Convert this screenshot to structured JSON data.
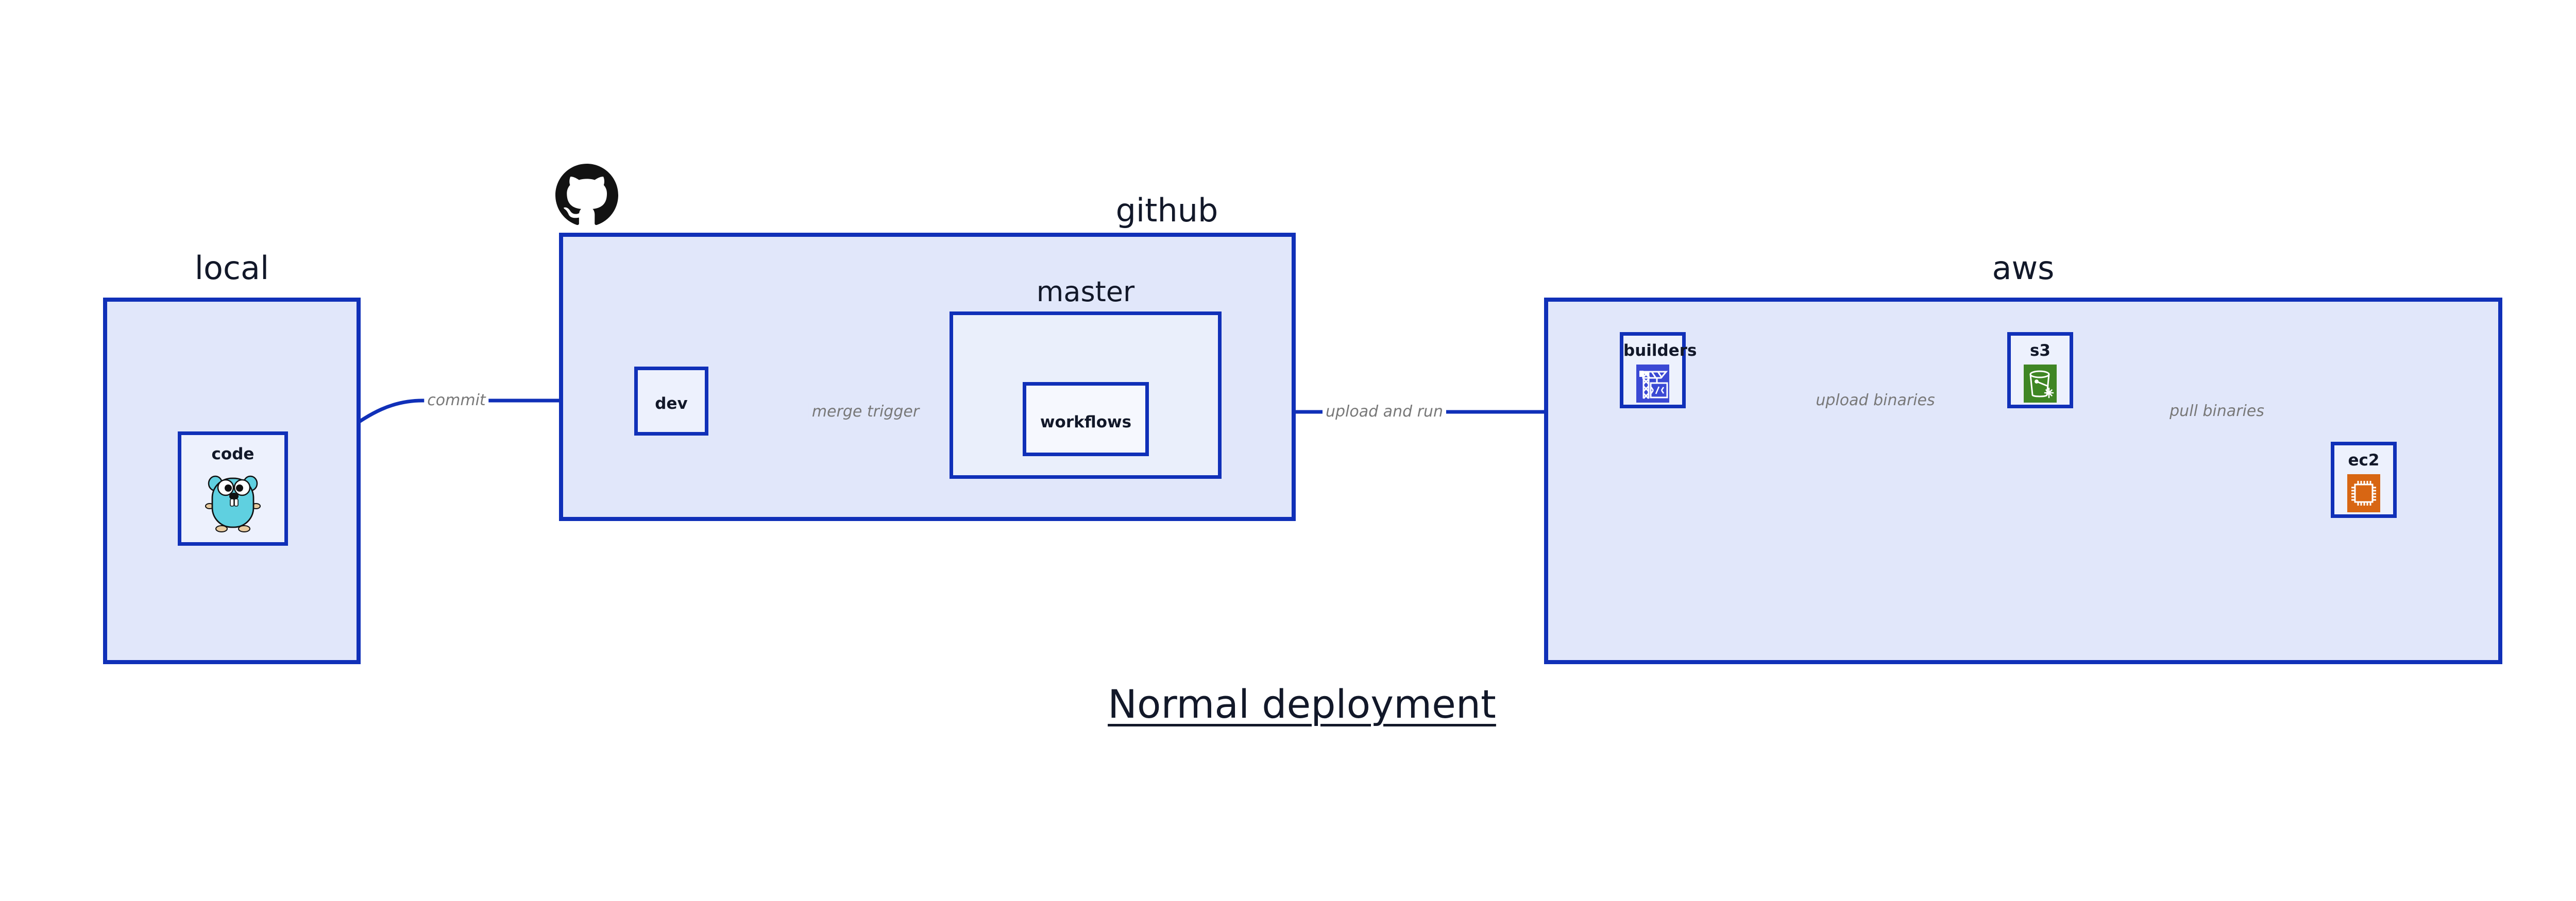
{
  "diagram": {
    "title": "Normal deployment",
    "accent_border": "#1030b8",
    "group_fill": "#e1e7fa",
    "node_fill": "#edf1fd",
    "label_color": "#787878"
  },
  "groups": [
    {
      "id": "local",
      "label": "local"
    },
    {
      "id": "github",
      "label": "github"
    },
    {
      "id": "master",
      "label": "master"
    },
    {
      "id": "aws",
      "label": "aws"
    }
  ],
  "nodes": [
    {
      "id": "code",
      "label": "code",
      "icon": "go-gopher-icon"
    },
    {
      "id": "dev",
      "label": "dev",
      "icon": null
    },
    {
      "id": "workflows",
      "label": "workflows",
      "icon": null
    },
    {
      "id": "builders",
      "label": "builders",
      "icon": "aws-builders-crane-icon",
      "icon_color": "#3b49d4"
    },
    {
      "id": "s3",
      "label": "s3",
      "icon": "aws-s3-bucket-icon",
      "icon_color": "#3f8624"
    },
    {
      "id": "ec2",
      "label": "ec2",
      "icon": "aws-ec2-chip-icon",
      "icon_color": "#d86613"
    }
  ],
  "edges": [
    {
      "id": "commit",
      "from": "code",
      "to": "dev",
      "label": "commit"
    },
    {
      "id": "merge-trigger",
      "from": "dev",
      "to": "workflows",
      "label": "merge trigger"
    },
    {
      "id": "upload-and-run",
      "from": "workflows",
      "to": "builders",
      "label": "upload and run"
    },
    {
      "id": "upload-binaries",
      "from": "builders",
      "to": "s3",
      "label": "upload binaries"
    },
    {
      "id": "pull-binaries",
      "from": "s3",
      "to": "ec2",
      "label": "pull binaries"
    }
  ],
  "logos": [
    {
      "id": "github-logo",
      "name": "github-octocat-logo",
      "color": "#121212"
    }
  ]
}
